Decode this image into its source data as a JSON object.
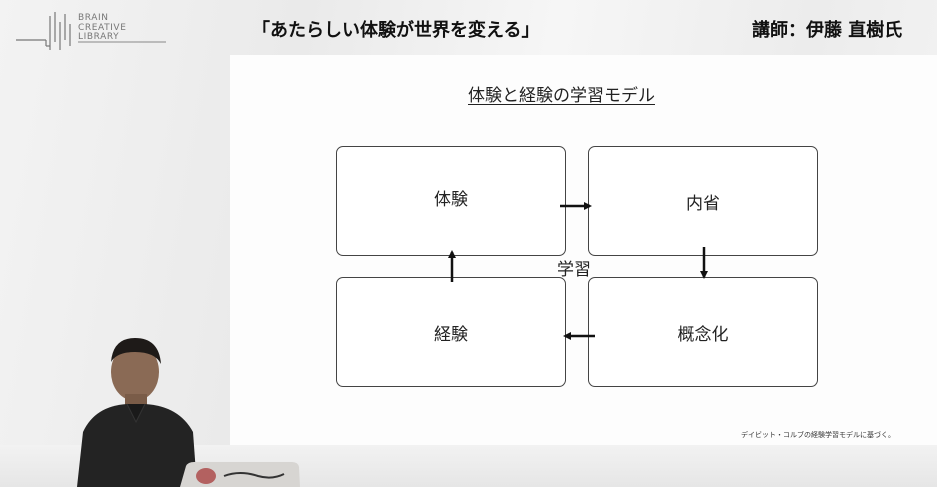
{
  "header": {
    "logo_lines": [
      "BRAIN",
      "CREATIVE",
      "LIBRARY"
    ],
    "talk_title": "「あたらしい体験が世界を変える」",
    "lecturer": "講師：伊藤 直樹氏"
  },
  "slide": {
    "title": "体験と経験の学習モデル",
    "boxes": {
      "top_left": "体験",
      "top_right": "内省",
      "bottom_right": "概念化",
      "bottom_left": "経験"
    },
    "center_label": "学習",
    "credit": "デイビット・コルブの経験学習モデルに基づく。"
  }
}
